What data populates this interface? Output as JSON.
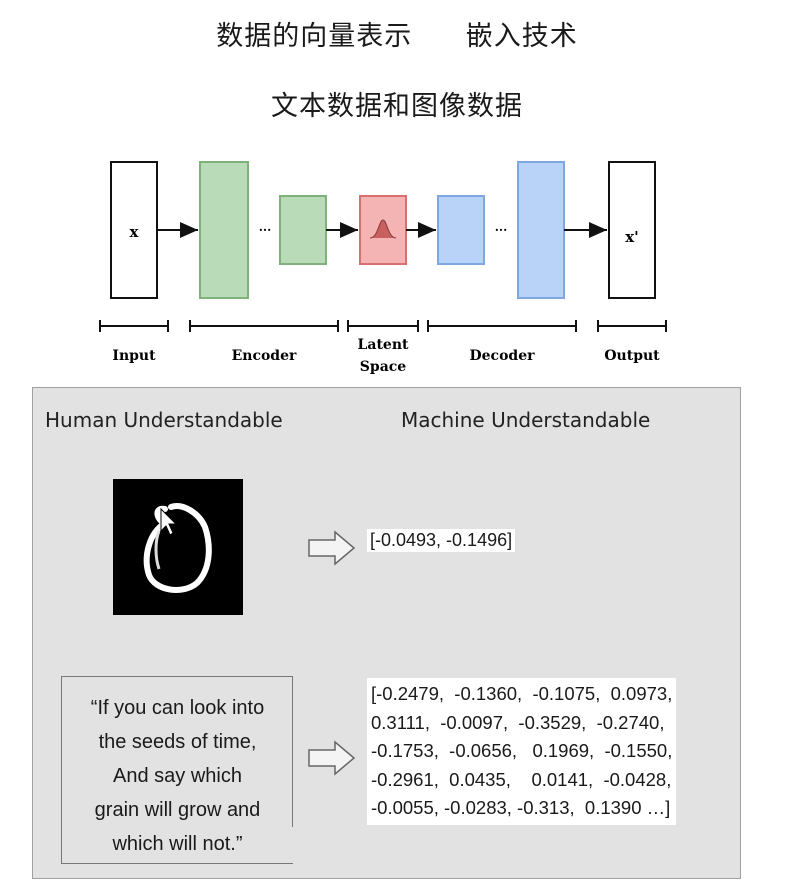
{
  "header": {
    "title_left": "数据的向量表示",
    "title_right": "嵌入技术",
    "subtitle": "文本数据和图像数据"
  },
  "autoencoder": {
    "input_symbol": "x",
    "output_symbol": "x'",
    "ellipsis": "···",
    "labels": {
      "input": "Input",
      "encoder": "Encoder",
      "latent_line1": "Latent",
      "latent_line2": "Space",
      "decoder": "Decoder",
      "output": "Output"
    },
    "colors": {
      "encoder_fill": "#b9dbb7",
      "encoder_stroke": "#7fb27a",
      "latent_fill": "#f5b4b4",
      "latent_stroke": "#d87070",
      "decoder_fill": "#b8d3f7",
      "decoder_stroke": "#7fa8e0"
    }
  },
  "panel": {
    "left_heading": "Human Understandable",
    "right_heading": "Machine Understandable",
    "image_vector": "[-0.0493, -0.1496]",
    "quote_lines": [
      "“If you can look into",
      "the seeds of time,",
      "And say which",
      "grain will grow and",
      "which will not.”"
    ],
    "text_vector_lines": [
      "[-0.2479,  -0.1360,  -0.1075,  0.0973,",
      "0.3111,  -0.0097,  -0.3529,  -0.2740,",
      "-0.1753,  -0.0656,   0.1969,  -0.1550,",
      "-0.2961,  0.0435,    0.0141,  -0.0428,",
      "-0.0055, -0.0283, -0.313,  0.1390 …]"
    ]
  }
}
